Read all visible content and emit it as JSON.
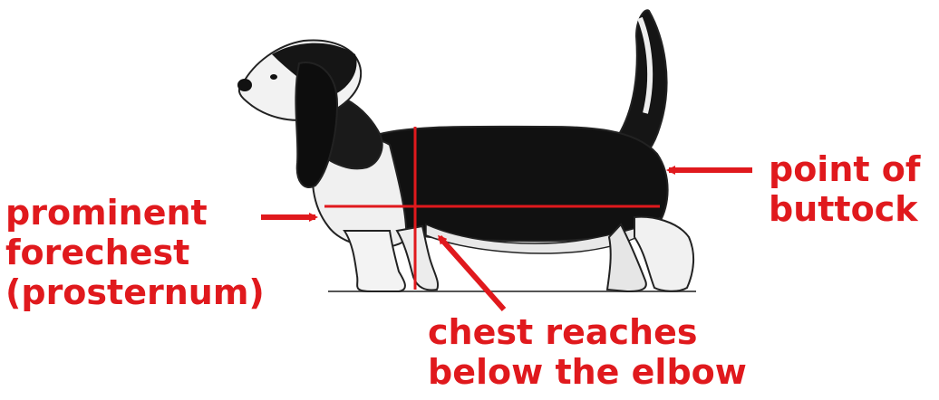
{
  "labels": {
    "forechest": [
      "prominent",
      "forechest",
      "(prosternum)"
    ],
    "buttock": [
      "point of",
      "buttock"
    ],
    "elbow": [
      "chest reaches",
      "below the elbow"
    ]
  },
  "colors": {
    "annotation": "#e0191d",
    "dog_dark": "#111111",
    "dog_light": "#f2f2f2",
    "outline": "#222222"
  }
}
